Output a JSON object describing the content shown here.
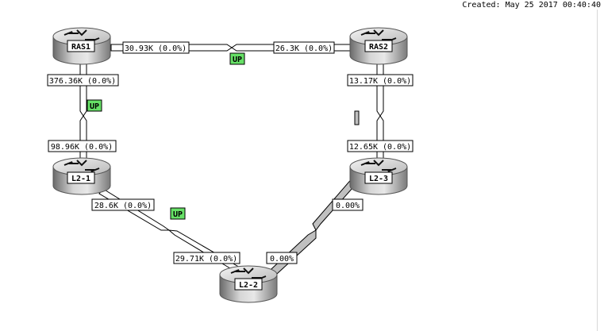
{
  "header": {
    "created": "Created: May 25 2017 00:40:40"
  },
  "colors": {
    "link_idle": "#ffffff",
    "link_gray": "#c0c0c0",
    "link_outline": "#000000",
    "status_up": "#66e066",
    "status_unknown": "#c0c0c0"
  },
  "nodes": {
    "ras1": {
      "label": "RAS1",
      "icon": "router-icon"
    },
    "ras2": {
      "label": "RAS2",
      "icon": "router-icon"
    },
    "l2_1": {
      "label": "L2-1",
      "icon": "router-icon"
    },
    "l2_3": {
      "label": "L2-3",
      "icon": "router-icon"
    },
    "l2_2": {
      "label": "L2-2",
      "icon": "router-icon"
    }
  },
  "links": {
    "ras1_ras2": {
      "a_label": "30.93K (0.0%)",
      "b_label": "26.3K (0.0%)",
      "status": "UP"
    },
    "ras1_l2_1": {
      "a_label": "376.36K (0.0%)",
      "b_label": "98.96K (0.0%)",
      "status": "UP"
    },
    "ras2_l2_3": {
      "a_label": "13.17K (0.0%)",
      "b_label": "12.65K (0.0%)",
      "status": ""
    },
    "l2_1_l2_2": {
      "a_label": "28.6K (0.0%)",
      "b_label": "29.71K (0.0%)",
      "status": "UP"
    },
    "l2_3_l2_2": {
      "a_label": "0.00%",
      "b_label": "0.00%",
      "status": ""
    }
  }
}
